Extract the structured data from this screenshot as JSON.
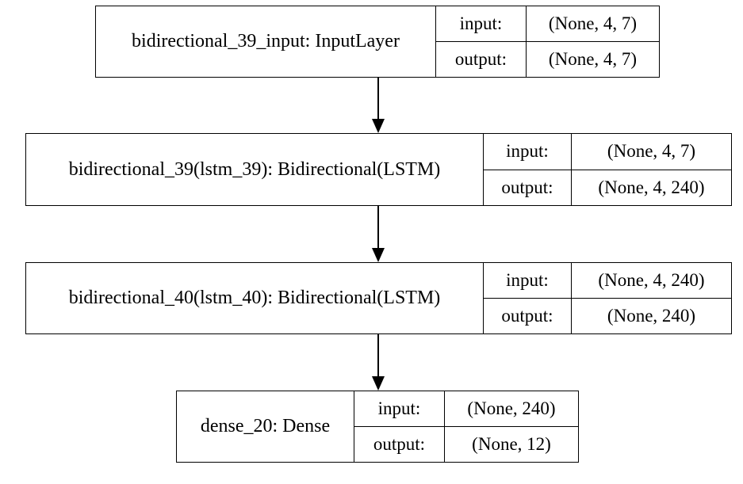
{
  "layers": [
    {
      "name": "bidirectional_39_input: InputLayer",
      "input_label": "input:",
      "output_label": "output:",
      "input_shape": "(None, 4, 7)",
      "output_shape": "(None, 4, 7)"
    },
    {
      "name": "bidirectional_39(lstm_39): Bidirectional(LSTM)",
      "input_label": "input:",
      "output_label": "output:",
      "input_shape": "(None, 4, 7)",
      "output_shape": "(None, 4, 240)"
    },
    {
      "name": "bidirectional_40(lstm_40): Bidirectional(LSTM)",
      "input_label": "input:",
      "output_label": "output:",
      "input_shape": "(None, 4, 240)",
      "output_shape": "(None, 240)"
    },
    {
      "name": "dense_20: Dense",
      "input_label": "input:",
      "output_label": "output:",
      "input_shape": "(None, 240)",
      "output_shape": "(None, 12)"
    }
  ]
}
